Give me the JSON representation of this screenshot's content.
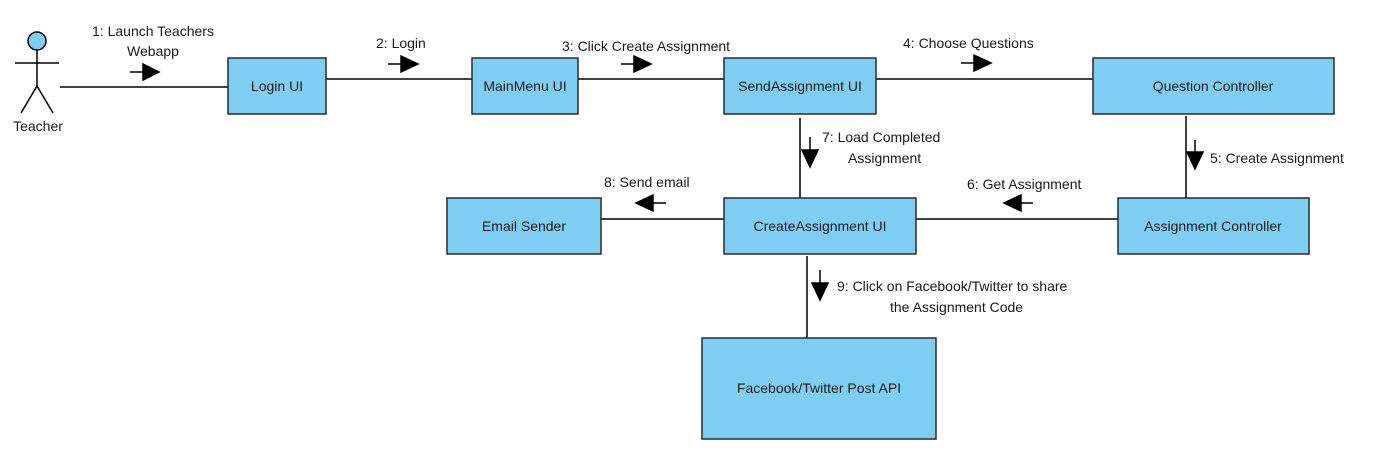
{
  "colors": {
    "box_fill": "#7ecef4",
    "box_stroke": "#2b2b2b",
    "actor_head_fill": "#7ecef4",
    "line": "#000000"
  },
  "actor": {
    "label": "Teacher"
  },
  "boxes": {
    "login_ui": "Login UI",
    "mainmenu_ui": "MainMenu UI",
    "sendassignment_ui": "SendAssignment UI",
    "question_controller": "Question Controller",
    "assignment_controller": "Assignment Controller",
    "createassignment_ui": "CreateAssignment UI",
    "email_sender": "Email Sender",
    "facebook_twitter_api": "Facebook/Twitter Post API"
  },
  "messages": {
    "m1_line1": "1: Launch Teachers",
    "m1_line2": "Webapp",
    "m2": "2: Login",
    "m3": "3: Click Create Assignment",
    "m4": "4: Choose Questions",
    "m5": "5: Create Assignment",
    "m6": "6: Get Assignment",
    "m7_line1": "7: Load Completed",
    "m7_line2": "Assignment",
    "m8": "8: Send email",
    "m9_line1": "9: Click on Facebook/Twitter to share",
    "m9_line2": "the Assignment Code"
  }
}
